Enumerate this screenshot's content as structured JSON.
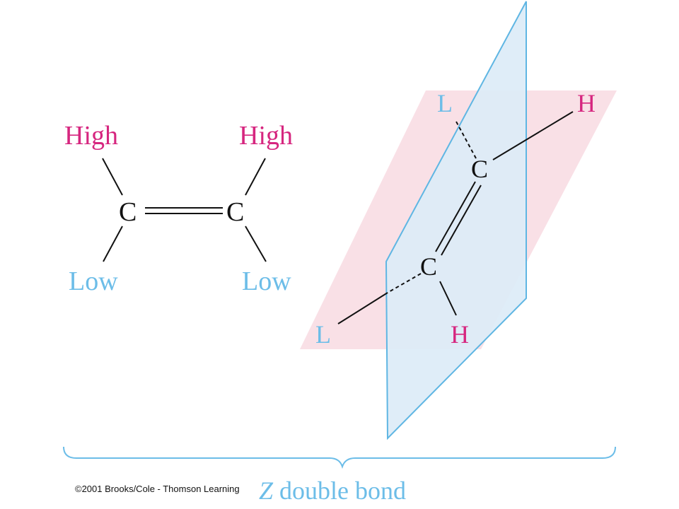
{
  "colors": {
    "high": "#d6267f",
    "low": "#6cbde8",
    "bond": "#111111",
    "pink_plane": "#f9e0e6",
    "blue_plane": "#dcebf7",
    "plane_edge": "#5fb6e3"
  },
  "left_structure": {
    "high_left": "High",
    "high_right": "High",
    "carbon_left": "C",
    "carbon_right": "C",
    "low_left": "Low",
    "low_right": "Low"
  },
  "right_structure": {
    "top_low": "L",
    "top_high": "H",
    "top_carbon": "C",
    "bottom_carbon": "C",
    "bottom_low": "L",
    "bottom_high": "H"
  },
  "caption": {
    "italic": "Z",
    "rest": " double bond"
  },
  "copyright": "©2001 Brooks/Cole - Thomson Learning"
}
